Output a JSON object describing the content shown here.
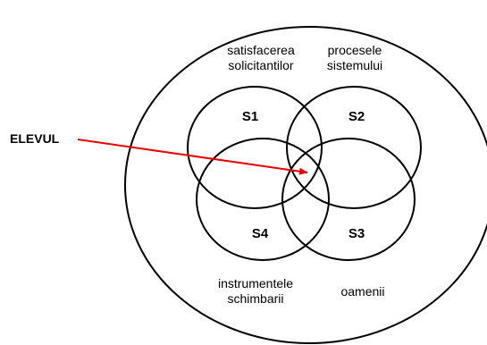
{
  "diagram": {
    "student_label": "ELEVUL",
    "sets": [
      {
        "id": "S1",
        "caption_lines": [
          "satisfacerea",
          "solicitantilor"
        ]
      },
      {
        "id": "S2",
        "caption_lines": [
          "procesele",
          "sistemului"
        ]
      },
      {
        "id": "S3",
        "caption_lines": [
          "oamenii"
        ]
      },
      {
        "id": "S4",
        "caption_lines": [
          "instrumentele",
          "schimbarii"
        ]
      }
    ],
    "colors": {
      "outline": "#000000",
      "arrow": "#e60000"
    }
  }
}
